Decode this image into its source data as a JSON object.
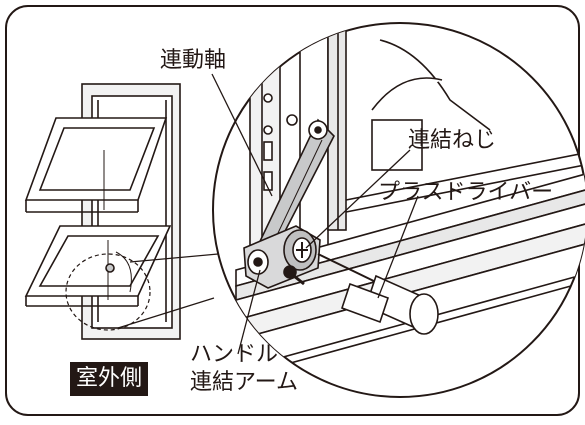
{
  "labels": {
    "interlock_shaft": "連動軸",
    "connecting_screw": "連結ねじ",
    "plus_screwdriver": "プラスドライバー",
    "handle_arm_line1": "ハンドル",
    "handle_arm_line2": "連結アーム",
    "exterior_side": "室外側"
  },
  "colors": {
    "ink": "#231815",
    "arm_fill": "#c8c9ca",
    "frame_gray": "#e8e8e8",
    "mid_gray": "#9e9e9f"
  }
}
